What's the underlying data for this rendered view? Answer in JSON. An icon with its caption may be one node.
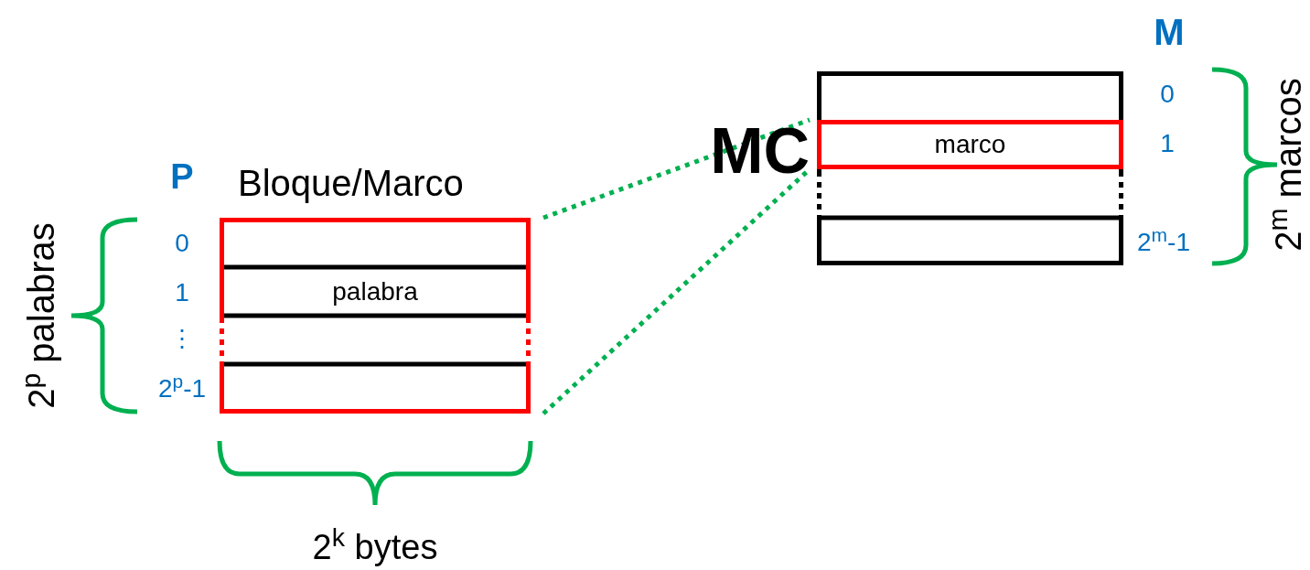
{
  "diagram": {
    "nodes": [
      {
        "text": [
          "Bloque/Marco"
        ]
      },
      {
        "text": [
          "palabra"
        ],
        "in": 0
      },
      {
        "text": [
          "MC"
        ]
      },
      {
        "text": [
          "marco"
        ],
        "in": 2
      }
    ],
    "edges": [
      {
        "from": 0,
        "to": 3,
        "arrow": "none",
        "style": "dashed",
        "color": "#00b050"
      },
      {
        "from": 0,
        "to": 3,
        "arrow": "none",
        "style": "dashed",
        "color": "#00b050"
      }
    ],
    "labels": [
      "M",
      "P",
      "0",
      "1",
      "⋮",
      "2$^{p}$-1",
      "2$^{p}$ palabras",
      "2$^{k}$ bytes",
      "0",
      "1",
      "2$^{m}$-1",
      "2$^{m}$ marcos"
    ]
  }
}
